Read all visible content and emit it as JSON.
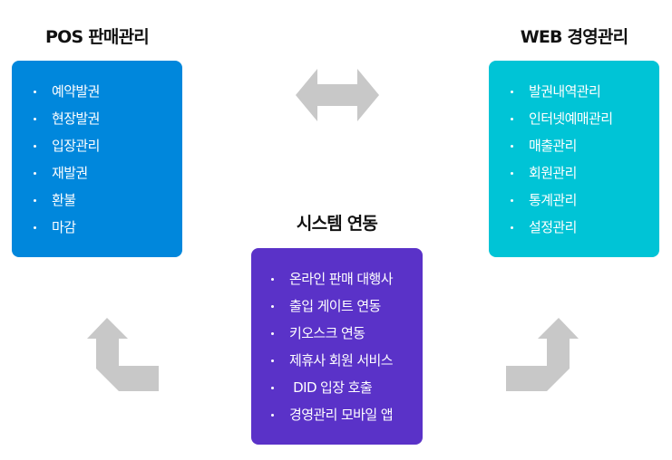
{
  "colors": {
    "pos": "#0087dc",
    "web": "#00c4d6",
    "system": "#5a32c8",
    "arrow": "#c8c8c8"
  },
  "pos": {
    "title": "POS 판매관리",
    "items": [
      "예약발권",
      "현장발권",
      "입장관리",
      "재발권",
      "환불",
      "마감"
    ]
  },
  "web": {
    "title": "WEB 경영관리",
    "items": [
      "발권내역관리",
      "인터넷예매관리",
      "매출관리",
      "회원관리",
      "통계관리",
      "설정관리"
    ]
  },
  "system": {
    "title": "시스템 연동",
    "items": [
      "온라인 판매 대행사",
      "출입 게이트 연동",
      "키오스크 연동",
      "제휴사 회원 서비스",
      " DID 입장 호출",
      "경영관리 모바일 앱"
    ]
  },
  "arrows": [
    "double-horizontal-arrow",
    "elbow-up-arrow-left",
    "elbow-up-arrow-right"
  ]
}
